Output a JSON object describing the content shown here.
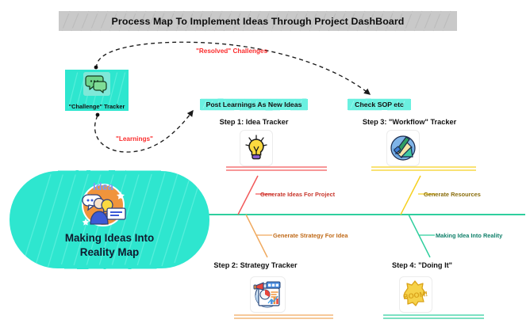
{
  "page": {
    "title": "Process Map To Implement Ideas Through Project DashBoard",
    "background_color": "#ffffff"
  },
  "colors": {
    "teal": "#2ee6cf",
    "teal_dark": "#16d9bf",
    "title_band": "#c9c9c9",
    "red_branch": "#f2595a",
    "orange_branch": "#f0a95e",
    "yellow_branch": "#f5d020",
    "green_branch": "#2fcf9e",
    "spine_green": "#2fcf9e",
    "arrow_label_red": "#fb2c2c",
    "dashed_arrow": "#1a1a1a"
  },
  "main_node": {
    "label_line1": "Making Ideas Into",
    "label_line2": "Reality Map",
    "icon": "idea-person-illustration-icon",
    "shape": "rounded-blob"
  },
  "challenge_tracker": {
    "label": "\"Challenge\" Tracker",
    "icon": "speech-bubbles-icon"
  },
  "flow_arrows": [
    {
      "name": "resolved-challenges-arrow",
      "label": "\"Resolved\" Challenges",
      "from": "challenge-tracker",
      "to": "check-sop-chip",
      "style": "dashed-curve"
    },
    {
      "name": "learnings-arrow",
      "label": "\"Learnings\"",
      "from": "challenge-tracker",
      "to": "post-learnings-chip",
      "style": "dashed-curve"
    }
  ],
  "chips": [
    {
      "name": "post-learnings-chip",
      "label": "Post Learnings As New Ideas"
    },
    {
      "name": "check-sop-chip",
      "label": "Check SOP etc"
    }
  ],
  "steps": [
    {
      "id": "step1",
      "title": "Step 1: Idea Tracker",
      "branch_label": "Generate Ideas For Project",
      "branch_color": "#f2595a",
      "icon": "lightbulb-icon",
      "position": "above-spine",
      "underline_color": "#f2595a",
      "chip": "Post Learnings As New Ideas"
    },
    {
      "id": "step2",
      "title": "Step 2: Strategy Tracker",
      "branch_label": "Generate Strategy For Idea",
      "branch_color": "#f0a95e",
      "icon": "analytics-chart-presentation-icon",
      "position": "below-spine",
      "underline_color": "#f0a95e",
      "chip": ""
    },
    {
      "id": "step3",
      "title": "Step 3: \"Workflow\" Tracker",
      "branch_label": "Generate Resources",
      "branch_color": "#f5d020",
      "icon": "design-tools-pencil-ruler-icon",
      "position": "above-spine",
      "underline_color": "#f5d020",
      "chip": "Check SOP etc"
    },
    {
      "id": "step4",
      "title": "Step 4: \"Doing It\"",
      "branch_label": "Making Idea Into Reality",
      "branch_color": "#2fcf9e",
      "icon": "boom-explosion-icon",
      "position": "below-spine",
      "underline_color": "#2fcf9e",
      "chip": ""
    }
  ],
  "spine": {
    "name": "main-spine-line",
    "color": "#2fcf9e",
    "orientation": "horizontal"
  }
}
